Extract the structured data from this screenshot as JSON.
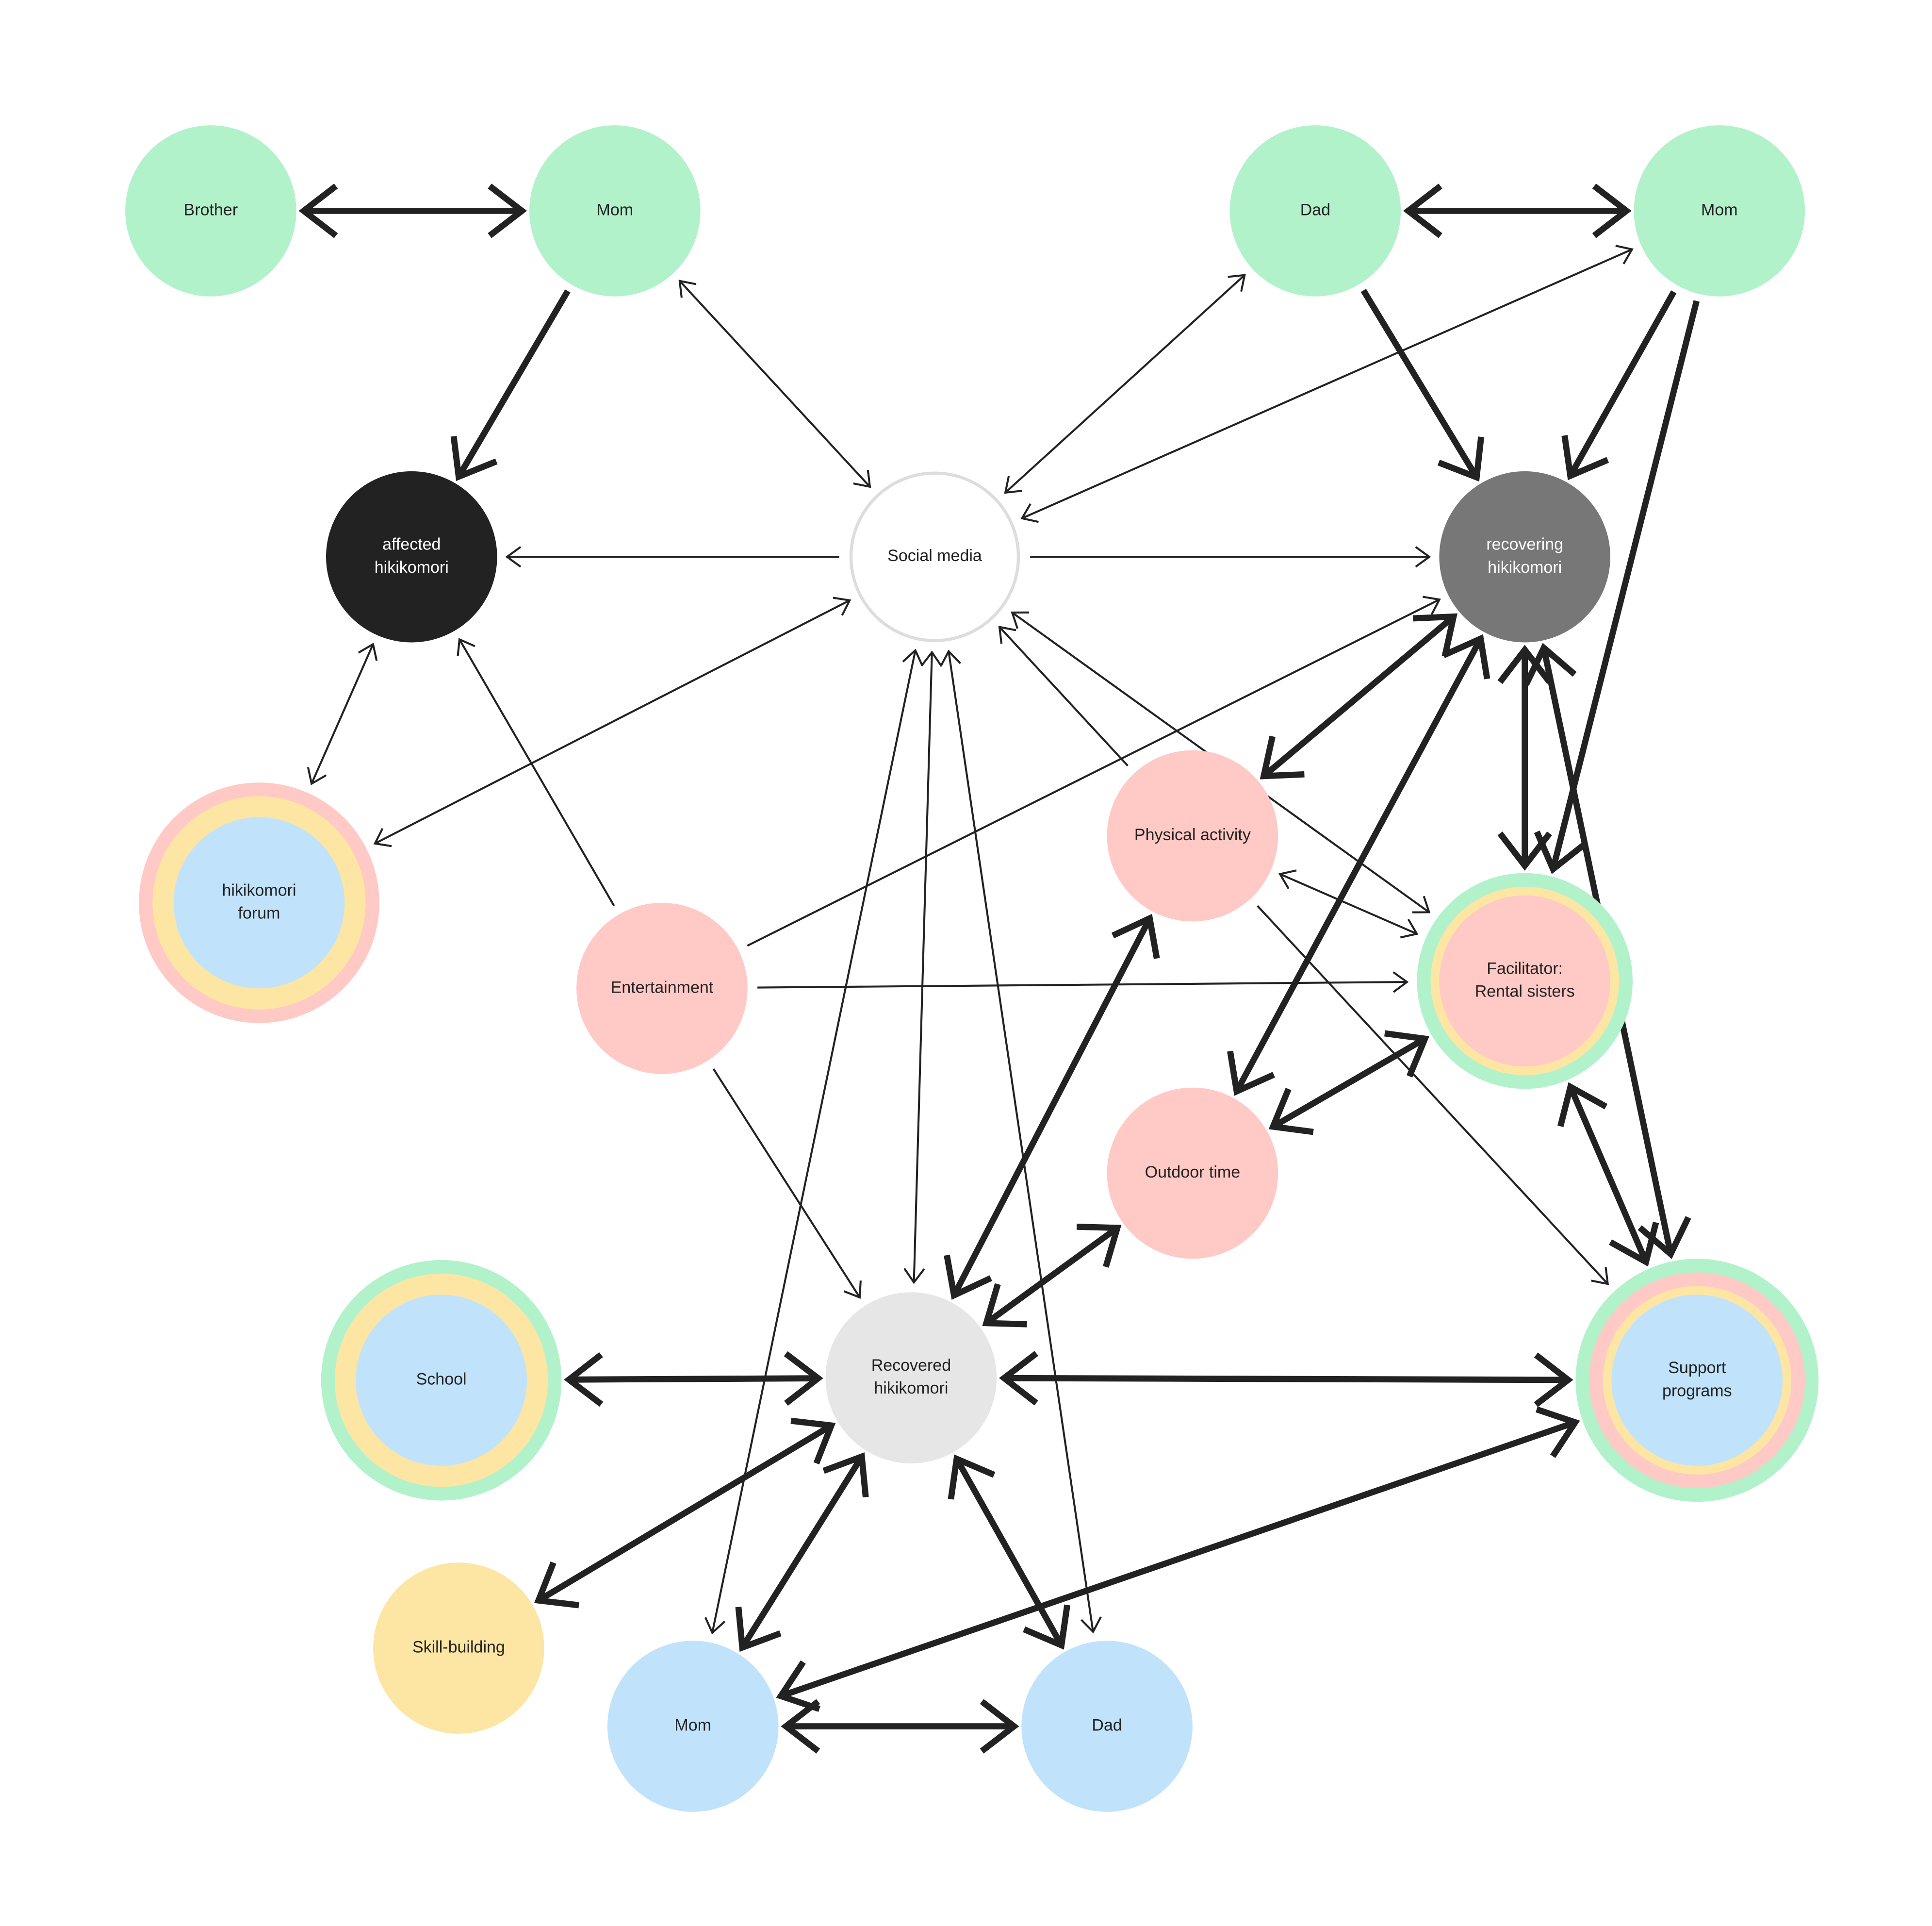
{
  "colors": {
    "green": "#b2f2cb",
    "pink": "#ffc9c5",
    "yellow": "#fde6a3",
    "blue": "#c0e3fb",
    "black": "#222222",
    "dark_gray": "#777777",
    "light_gray": "#e6e6e6",
    "white": "#ffffff",
    "border_gray": "#dddddd",
    "arrow": "#222222",
    "text_dark": "#222222",
    "text_light": "#ffffff"
  },
  "nodes": [
    {
      "id": "brother",
      "lines": [
        "Brother"
      ],
      "rings": [
        "green"
      ],
      "text": "text_dark"
    },
    {
      "id": "mom-top-left",
      "lines": [
        "Mom"
      ],
      "rings": [
        "green"
      ],
      "text": "text_dark"
    },
    {
      "id": "dad-top-right",
      "lines": [
        "Dad"
      ],
      "rings": [
        "green"
      ],
      "text": "text_dark"
    },
    {
      "id": "mom-top-right",
      "lines": [
        "Mom"
      ],
      "rings": [
        "green"
      ],
      "text": "text_dark"
    },
    {
      "id": "affected-hikikomori",
      "lines": [
        "affected",
        "hikikomori"
      ],
      "rings": [
        "black"
      ],
      "text": "text_light"
    },
    {
      "id": "social-media",
      "lines": [
        "Social media"
      ],
      "rings": [
        "white"
      ],
      "border": "border_gray",
      "text": "text_dark"
    },
    {
      "id": "recovering-hikikomori",
      "lines": [
        "recovering",
        "hikikomori"
      ],
      "rings": [
        "dark_gray"
      ],
      "text": "text_light"
    },
    {
      "id": "hikikomori-forum",
      "lines": [
        "hikikomori",
        "forum"
      ],
      "rings": [
        "pink",
        "yellow",
        "blue"
      ],
      "text": "text_dark"
    },
    {
      "id": "physical-activity",
      "lines": [
        "Physical activity"
      ],
      "rings": [
        "pink"
      ],
      "text": "text_dark"
    },
    {
      "id": "entertainment",
      "lines": [
        "Entertainment"
      ],
      "rings": [
        "pink"
      ],
      "text": "text_dark"
    },
    {
      "id": "facilitator",
      "lines": [
        "Facilitator:",
        "Rental sisters"
      ],
      "rings": [
        "green",
        "yellow",
        "pink"
      ],
      "text": "text_dark"
    },
    {
      "id": "outdoor-time",
      "lines": [
        "Outdoor time"
      ],
      "rings": [
        "pink"
      ],
      "text": "text_dark"
    },
    {
      "id": "school",
      "lines": [
        "School"
      ],
      "rings": [
        "green",
        "yellow",
        "blue"
      ],
      "text": "text_dark"
    },
    {
      "id": "recovered-hikikomori",
      "lines": [
        "Recovered",
        "hikikomori"
      ],
      "rings": [
        "light_gray"
      ],
      "text": "text_dark"
    },
    {
      "id": "support-programs",
      "lines": [
        "Support",
        "programs"
      ],
      "rings": [
        "green",
        "pink",
        "yellow",
        "blue"
      ],
      "text": "text_dark"
    },
    {
      "id": "skill-building",
      "lines": [
        "Skill-building"
      ],
      "rings": [
        "yellow"
      ],
      "text": "text_dark"
    },
    {
      "id": "mom-bottom",
      "lines": [
        "Mom"
      ],
      "rings": [
        "blue"
      ],
      "text": "text_dark"
    },
    {
      "id": "dad-bottom",
      "lines": [
        "Dad"
      ],
      "rings": [
        "blue"
      ],
      "text": "text_dark"
    }
  ],
  "edges": [
    {
      "from": "brother",
      "to": "mom-top-left",
      "weight": "thick",
      "direction": "both"
    },
    {
      "from": "dad-top-right",
      "to": "mom-top-right",
      "weight": "thick",
      "direction": "both"
    },
    {
      "from": "mom-top-left",
      "to": "affected-hikikomori",
      "weight": "thick",
      "direction": "forward"
    },
    {
      "from": "dad-top-right",
      "to": "recovering-hikikomori",
      "weight": "thick",
      "direction": "forward"
    },
    {
      "from": "mom-top-right",
      "to": "recovering-hikikomori",
      "weight": "thick",
      "direction": "forward"
    },
    {
      "from": "mom-top-right",
      "to": "facilitator",
      "weight": "thick",
      "direction": "forward"
    },
    {
      "from": "mom-top-left",
      "to": "social-media",
      "weight": "thin",
      "direction": "both"
    },
    {
      "from": "dad-top-right",
      "to": "social-media",
      "weight": "thin",
      "direction": "both"
    },
    {
      "from": "mom-top-right",
      "to": "social-media",
      "weight": "thin",
      "direction": "both"
    },
    {
      "from": "social-media",
      "to": "affected-hikikomori",
      "weight": "thin",
      "direction": "forward"
    },
    {
      "from": "social-media",
      "to": "recovering-hikikomori",
      "weight": "thin",
      "direction": "forward"
    },
    {
      "from": "affected-hikikomori",
      "to": "hikikomori-forum",
      "weight": "thin",
      "direction": "both"
    },
    {
      "from": "social-media",
      "to": "hikikomori-forum",
      "weight": "thin",
      "direction": "both"
    },
    {
      "from": "entertainment",
      "to": "affected-hikikomori",
      "weight": "thin",
      "direction": "forward"
    },
    {
      "from": "entertainment",
      "to": "recovering-hikikomori",
      "weight": "thin",
      "direction": "forward"
    },
    {
      "from": "entertainment",
      "to": "facilitator",
      "weight": "thin",
      "direction": "forward"
    },
    {
      "from": "entertainment",
      "to": "recovered-hikikomori",
      "weight": "thin",
      "direction": "forward"
    },
    {
      "from": "physical-activity",
      "to": "social-media",
      "weight": "thin",
      "direction": "forward"
    },
    {
      "from": "physical-activity",
      "to": "facilitator",
      "weight": "thin",
      "direction": "both"
    },
    {
      "from": "physical-activity",
      "to": "support-programs",
      "weight": "thin",
      "direction": "forward"
    },
    {
      "from": "facilitator",
      "to": "social-media",
      "weight": "thin",
      "direction": "both"
    },
    {
      "from": "social-media",
      "to": "recovered-hikikomori",
      "weight": "thin",
      "direction": "both"
    },
    {
      "from": "social-media",
      "to": "mom-bottom",
      "weight": "thin",
      "direction": "both"
    },
    {
      "from": "social-media",
      "to": "dad-bottom",
      "weight": "thin",
      "direction": "both"
    },
    {
      "from": "recovering-hikikomori",
      "to": "physical-activity",
      "weight": "thick",
      "direction": "both"
    },
    {
      "from": "recovering-hikikomori",
      "to": "outdoor-time",
      "weight": "thick",
      "direction": "both"
    },
    {
      "from": "recovering-hikikomori",
      "to": "facilitator",
      "weight": "thick",
      "direction": "both"
    },
    {
      "from": "recovering-hikikomori",
      "to": "support-programs",
      "weight": "thick",
      "direction": "both"
    },
    {
      "from": "outdoor-time",
      "to": "facilitator",
      "weight": "thick",
      "direction": "both"
    },
    {
      "from": "facilitator",
      "to": "support-programs",
      "weight": "thick",
      "direction": "both"
    },
    {
      "from": "recovered-hikikomori",
      "to": "physical-activity",
      "weight": "thick",
      "direction": "both"
    },
    {
      "from": "recovered-hikikomori",
      "to": "outdoor-time",
      "weight": "thick",
      "direction": "both"
    },
    {
      "from": "recovered-hikikomori",
      "to": "school",
      "weight": "thick",
      "direction": "both"
    },
    {
      "from": "recovered-hikikomori",
      "to": "support-programs",
      "weight": "thick",
      "direction": "both"
    },
    {
      "from": "recovered-hikikomori",
      "to": "skill-building",
      "weight": "thick",
      "direction": "both"
    },
    {
      "from": "recovered-hikikomori",
      "to": "mom-bottom",
      "weight": "thick",
      "direction": "both"
    },
    {
      "from": "recovered-hikikomori",
      "to": "dad-bottom",
      "weight": "thick",
      "direction": "both"
    },
    {
      "from": "mom-bottom",
      "to": "dad-bottom",
      "weight": "thick",
      "direction": "both"
    },
    {
      "from": "mom-bottom",
      "to": "support-programs",
      "weight": "thick",
      "direction": "both"
    }
  ]
}
